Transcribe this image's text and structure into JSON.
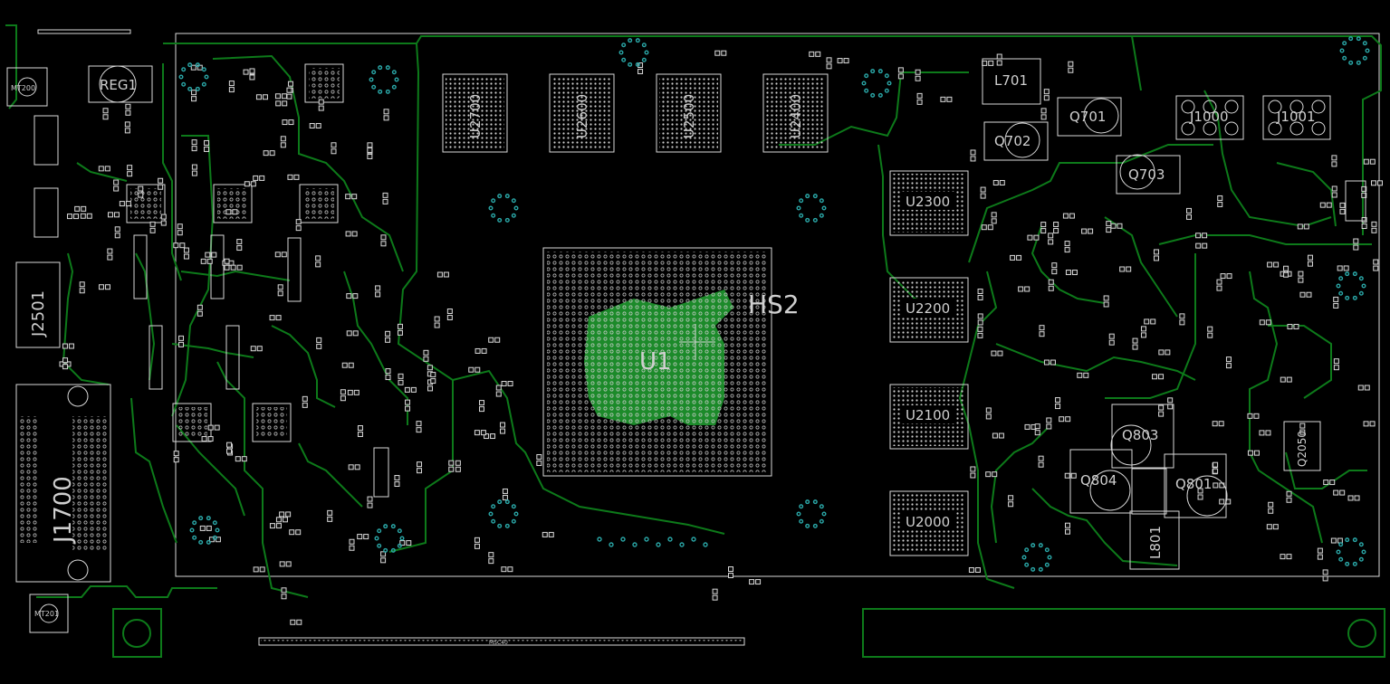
{
  "viewer": {
    "background": "#000000",
    "copper_color": "#0d7a1a",
    "silkscreen_color": "#d8d8d8",
    "via_color": "#2aa7a7"
  },
  "labels": {
    "gpu": "U1",
    "heatsink": "HS2",
    "mem_top": [
      "U2700",
      "U2600",
      "U2500",
      "U2400"
    ],
    "mem_right": [
      "U2300",
      "U2200",
      "U2100",
      "U2000"
    ],
    "regulator": "REG1",
    "mount_top": "MT200",
    "mount_bottom": "MT201",
    "connector_left": "J2501",
    "connector_dvi": "J1700",
    "inductor_top": "L701",
    "fets_top": [
      "Q701",
      "Q702",
      "Q703"
    ],
    "power_conn": [
      "J1000",
      "J1001"
    ],
    "fets_vrm": [
      "Q803",
      "Q804",
      "Q801"
    ],
    "inductor_vrm": "L801",
    "misc_right": "Q2050",
    "edge_conn": "MSC40"
  }
}
